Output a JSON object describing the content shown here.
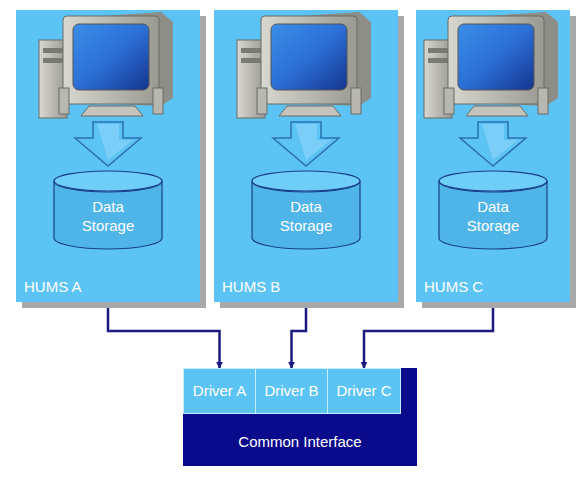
{
  "diagram": {
    "nodes": [
      {
        "text": [
          "HUMS A"
        ]
      },
      {
        "text": [
          "Data Storage"
        ],
        "in": 0
      },
      {
        "text": [
          "HUMS B"
        ]
      },
      {
        "text": [
          "Data Storage"
        ],
        "in": 2
      },
      {
        "text": [
          "HUMS C"
        ]
      },
      {
        "text": [
          "Data Storage"
        ],
        "in": 4
      },
      {
        "text": [
          "Common Interface"
        ]
      },
      {
        "text": [
          "Driver A"
        ],
        "in": 6
      },
      {
        "text": [
          "Driver B"
        ],
        "in": 6
      },
      {
        "text": [
          "Driver C"
        ],
        "in": 6
      }
    ],
    "edges": [
      {
        "from": 0,
        "to": 7,
        "arrow": "to"
      },
      {
        "from": 2,
        "to": 8,
        "arrow": "to"
      },
      {
        "from": 4,
        "to": 9,
        "arrow": "to"
      }
    ]
  }
}
